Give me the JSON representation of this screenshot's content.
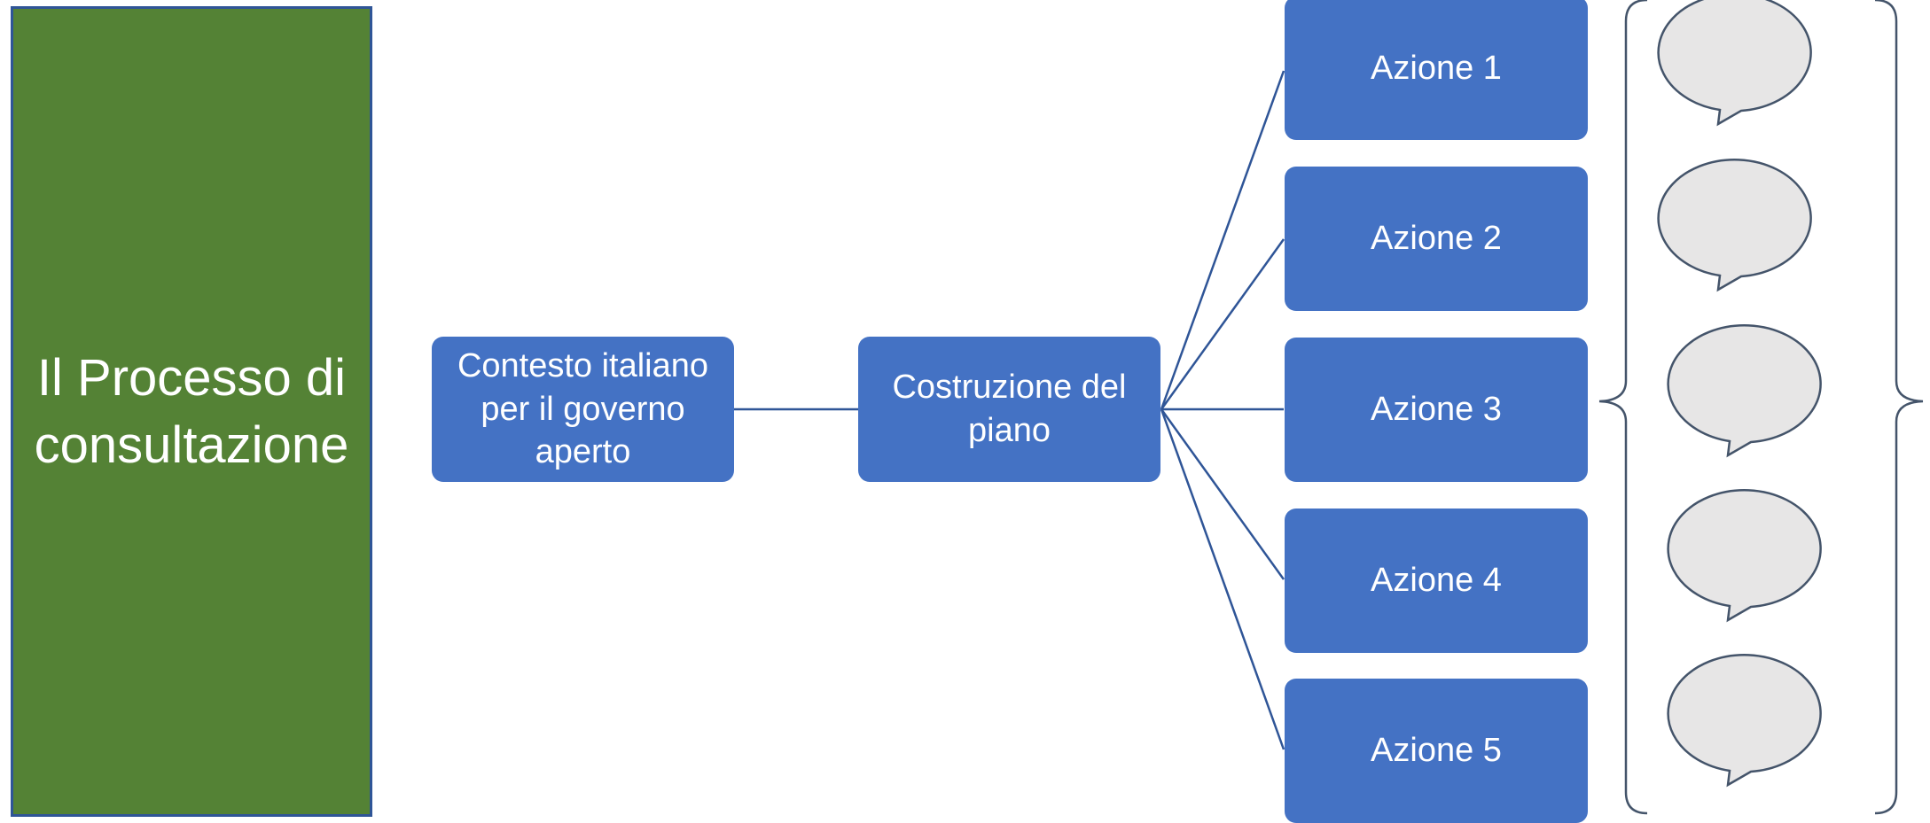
{
  "diagram": {
    "title": "Il Processo di consultazione",
    "context_node": "Contesto italiano per il governo aperto",
    "plan_node": "Costruzione del piano",
    "actions": [
      "Azione 1",
      "Azione 2",
      "Azione 3",
      "Azione 4",
      "Azione 5"
    ],
    "comment_bubbles_count": 5
  },
  "colors": {
    "title_fill": "#548235",
    "node_fill": "#4472c4",
    "connector": "#2f5597",
    "bubble_fill": "#e7e6e6",
    "bubble_stroke": "#44546a"
  }
}
